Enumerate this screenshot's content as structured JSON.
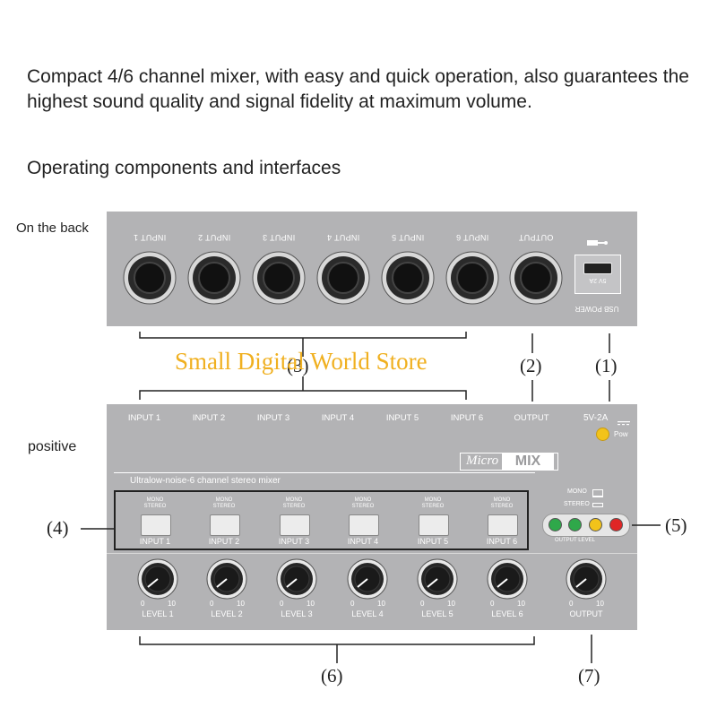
{
  "intro_text": "Compact 4/6 channel mixer, with easy and quick operation, also guarantees the highest sound quality and signal fidelity at maximum volume.",
  "section_title": "Operating components and interfaces",
  "back_label": "On the back",
  "front_label": "positive",
  "watermark": "Small Digital World Store",
  "back_panel": {
    "jacks": [
      "INPUT 1",
      "INPUT 2",
      "INPUT 3",
      "INPUT 4",
      "INPUT 5",
      "INPUT 6",
      "OUTPUT"
    ],
    "usb_label": "USB POWER",
    "usb_rating": "5V 2A"
  },
  "front_panel": {
    "jack_labels": [
      "INPUT 1",
      "INPUT 2",
      "INPUT 3",
      "INPUT 4",
      "INPUT 5",
      "INPUT 6",
      "OUTPUT"
    ],
    "power_rating": "5V-2A",
    "pow_label": "Pow",
    "brand_prefix": "Micro",
    "brand": "MIX",
    "subtitle": "Ultralow-noise-6 channel stereo mixer",
    "mono_label": "MONO",
    "stereo_label": "STEREO",
    "buttons": [
      "INPUT 1",
      "INPUT 2",
      "INPUT 3",
      "INPUT 4",
      "INPUT 5",
      "INPUT 6"
    ],
    "output_level_label": "OUTPUT LEVEL",
    "knobs": [
      "LEVEL 1",
      "LEVEL 2",
      "LEVEL 3",
      "LEVEL 4",
      "LEVEL 5",
      "LEVEL 6",
      "OUTPUT"
    ],
    "scale_min": "0",
    "scale_max": "10"
  },
  "callouts": [
    "(1)",
    "(2)",
    "(3)",
    "(4)",
    "(5)",
    "(6)",
    "(7)"
  ],
  "colors": {
    "panel": "#b3b3b5",
    "led_green": "#2fa84a",
    "led_yellow": "#f2c31a",
    "led_red": "#e02626",
    "pow_led": "#f2c31a",
    "watermark": "#f0b020"
  }
}
